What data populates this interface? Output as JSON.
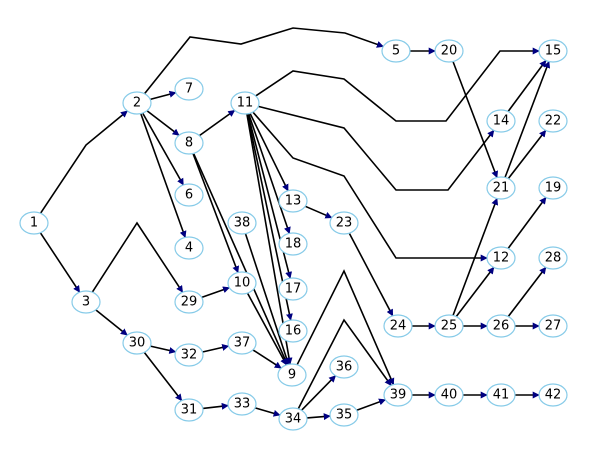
{
  "diagram": {
    "type": "directed-graph",
    "colors": {
      "node_border": "#87cbe8",
      "node_fill": "#ffffff",
      "edge": "#000000",
      "arrowhead": "#000080",
      "label": "#000000"
    },
    "nodes": [
      {
        "id": "1"
      },
      {
        "id": "2"
      },
      {
        "id": "3"
      },
      {
        "id": "4"
      },
      {
        "id": "5"
      },
      {
        "id": "6"
      },
      {
        "id": "7"
      },
      {
        "id": "8"
      },
      {
        "id": "9"
      },
      {
        "id": "10"
      },
      {
        "id": "11"
      },
      {
        "id": "12"
      },
      {
        "id": "13"
      },
      {
        "id": "14"
      },
      {
        "id": "15"
      },
      {
        "id": "16"
      },
      {
        "id": "17"
      },
      {
        "id": "18"
      },
      {
        "id": "19"
      },
      {
        "id": "20"
      },
      {
        "id": "21"
      },
      {
        "id": "22"
      },
      {
        "id": "23"
      },
      {
        "id": "24"
      },
      {
        "id": "25"
      },
      {
        "id": "26"
      },
      {
        "id": "27"
      },
      {
        "id": "28"
      },
      {
        "id": "29"
      },
      {
        "id": "30"
      },
      {
        "id": "31"
      },
      {
        "id": "32"
      },
      {
        "id": "33"
      },
      {
        "id": "34"
      },
      {
        "id": "35"
      },
      {
        "id": "36"
      },
      {
        "id": "37"
      },
      {
        "id": "38"
      },
      {
        "id": "39"
      },
      {
        "id": "40"
      },
      {
        "id": "41"
      },
      {
        "id": "42"
      }
    ],
    "edges": [
      {
        "from": "1",
        "to": "2"
      },
      {
        "from": "1",
        "to": "3"
      },
      {
        "from": "2",
        "to": "7"
      },
      {
        "from": "2",
        "to": "8"
      },
      {
        "from": "2",
        "to": "6"
      },
      {
        "from": "2",
        "to": "4"
      },
      {
        "from": "2",
        "to": "5"
      },
      {
        "from": "3",
        "to": "30"
      },
      {
        "from": "3",
        "to": "29"
      },
      {
        "from": "5",
        "to": "20"
      },
      {
        "from": "20",
        "to": "21"
      },
      {
        "from": "8",
        "to": "11"
      },
      {
        "from": "8",
        "to": "10"
      },
      {
        "from": "8",
        "to": "9"
      },
      {
        "from": "11",
        "to": "15"
      },
      {
        "from": "11",
        "to": "14"
      },
      {
        "from": "11",
        "to": "12"
      },
      {
        "from": "11",
        "to": "13"
      },
      {
        "from": "11",
        "to": "18"
      },
      {
        "from": "11",
        "to": "17"
      },
      {
        "from": "11",
        "to": "16"
      },
      {
        "from": "11",
        "to": "9"
      },
      {
        "from": "13",
        "to": "23"
      },
      {
        "from": "23",
        "to": "24"
      },
      {
        "from": "24",
        "to": "25"
      },
      {
        "from": "25",
        "to": "21"
      },
      {
        "from": "25",
        "to": "12"
      },
      {
        "from": "25",
        "to": "26"
      },
      {
        "from": "26",
        "to": "27"
      },
      {
        "from": "26",
        "to": "28"
      },
      {
        "from": "12",
        "to": "19"
      },
      {
        "from": "14",
        "to": "15"
      },
      {
        "from": "21",
        "to": "15"
      },
      {
        "from": "21",
        "to": "22"
      },
      {
        "from": "29",
        "to": "10"
      },
      {
        "from": "10",
        "to": "9"
      },
      {
        "from": "38",
        "to": "9"
      },
      {
        "from": "30",
        "to": "32"
      },
      {
        "from": "30",
        "to": "31"
      },
      {
        "from": "32",
        "to": "37"
      },
      {
        "from": "37",
        "to": "9"
      },
      {
        "from": "31",
        "to": "33"
      },
      {
        "from": "33",
        "to": "34"
      },
      {
        "from": "34",
        "to": "35"
      },
      {
        "from": "34",
        "to": "36"
      },
      {
        "from": "34",
        "to": "39"
      },
      {
        "from": "35",
        "to": "39"
      },
      {
        "from": "9",
        "to": "39"
      },
      {
        "from": "39",
        "to": "40"
      },
      {
        "from": "40",
        "to": "41"
      },
      {
        "from": "41",
        "to": "42"
      }
    ]
  }
}
